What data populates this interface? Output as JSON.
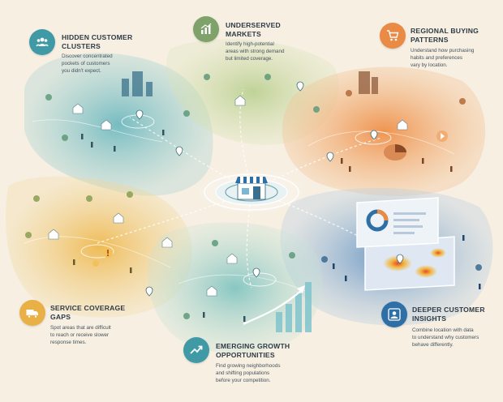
{
  "colors": {
    "teal": "#3f9aa6",
    "green": "#7ea26a",
    "orange": "#e98a45",
    "gold": "#e8b045",
    "blue": "#2e6fa6",
    "background": "#f6efe2"
  },
  "center": {
    "icon": "storefront-icon"
  },
  "callouts": {
    "hidden": {
      "title_lines": [
        "HIDDEN CUSTOMER",
        "CLUSTERS"
      ],
      "desc_lines": [
        "Discover concentrated",
        "pockets of customers",
        "you didn't expect."
      ],
      "icon": "people-icon",
      "color": "#3f9aa6"
    },
    "underserved": {
      "title_lines": [
        "UNDERSERVED",
        "MARKETS"
      ],
      "desc_lines": [
        "Identify high-potential",
        "areas with strong demand",
        "but limited coverage."
      ],
      "icon": "bar-growth-icon",
      "color": "#7ea26a"
    },
    "regional": {
      "title_lines": [
        "REGIONAL BUYING",
        "PATTERNS"
      ],
      "desc_lines": [
        "Understand how purchasing",
        "habits and preferences",
        "vary by location."
      ],
      "icon": "shopping-cart-icon",
      "color": "#e98a45"
    },
    "service": {
      "title_lines": [
        "SERVICE COVERAGE",
        "GAPS"
      ],
      "desc_lines": [
        "Spot areas that are difficult",
        "to reach or receive slower",
        "response times."
      ],
      "icon": "delivery-truck-icon",
      "color": "#e8b045"
    },
    "emerging": {
      "title_lines": [
        "EMERGING GROWTH",
        "OPPORTUNITIES"
      ],
      "desc_lines": [
        "Find growing neighborhoods",
        "and shifting populations",
        "before your competition."
      ],
      "icon": "trend-arrow-icon",
      "color": "#3f9aa6"
    },
    "deeper": {
      "title_lines": [
        "DEEPER CUSTOMER",
        "INSIGHTS"
      ],
      "desc_lines": [
        "Combine location with data",
        "to understand why customers",
        "behave differently."
      ],
      "icon": "user-profile-icon",
      "color": "#2e6fa6"
    }
  }
}
